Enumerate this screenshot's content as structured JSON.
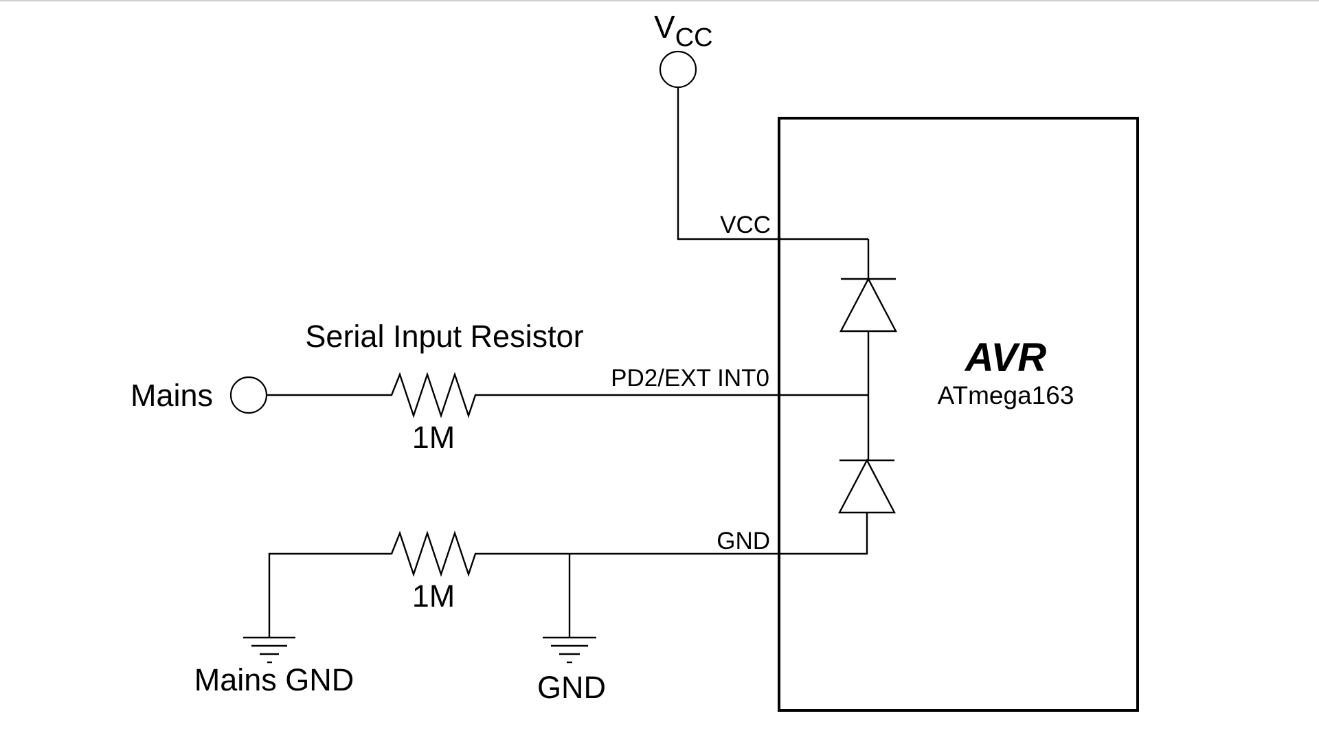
{
  "labels": {
    "vcc_supply_main": "V",
    "vcc_supply_sub": "CC",
    "vcc_pin": "VCC",
    "gnd_pin": "GND",
    "pd2_pin": "PD2/EXT INT0",
    "mains": "Mains",
    "serial_resistor_title": "Serial Input Resistor",
    "resistor_top_value": "1M",
    "resistor_bottom_value": "1M",
    "mains_gnd": "Mains GND",
    "gnd": "GND",
    "chip_name": "AVR",
    "chip_model": "ATmega163"
  }
}
